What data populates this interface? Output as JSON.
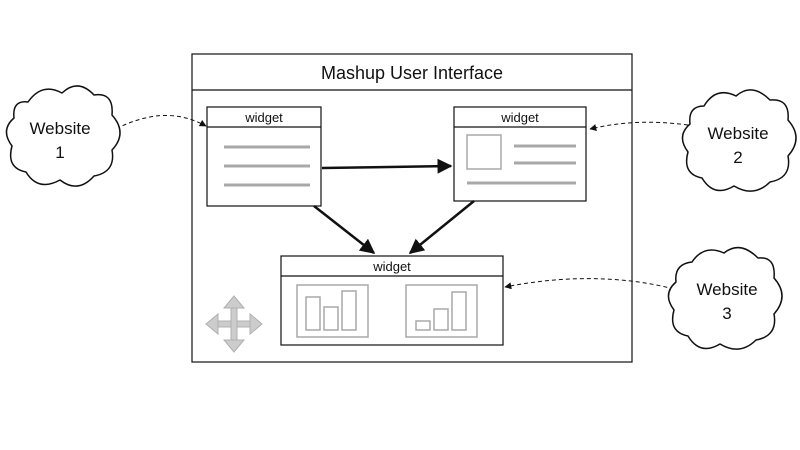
{
  "mashup": {
    "title": "Mashup User Interface"
  },
  "widgets": [
    {
      "title": "widget"
    },
    {
      "title": "widget"
    },
    {
      "title": "widget"
    }
  ],
  "websites": [
    {
      "line1": "Website",
      "line2": "1"
    },
    {
      "line1": "Website",
      "line2": "2"
    },
    {
      "line1": "Website",
      "line2": "3"
    }
  ],
  "colors": {
    "line": "#111111",
    "placeholder": "#a8a8a8",
    "move_icon": "#cccccc"
  },
  "icons": {
    "move": "move-arrows-icon"
  }
}
